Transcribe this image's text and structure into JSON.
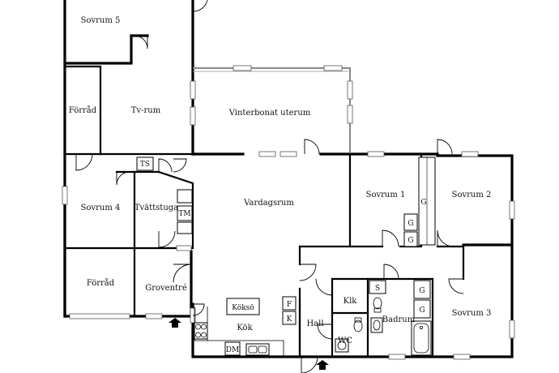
{
  "rooms": {
    "sovrum5": "Sovrum 5",
    "forrad_top": "Förråd",
    "tv_rum": "Tv-rum",
    "vinterbonat": "Vinterbonat uterum",
    "sovrum4": "Sovrum 4",
    "tvattstuga": "Tvättstuga",
    "forrad_bottom": "Förråd",
    "groventre": "Groventré",
    "vardagsrum": "Vardagsrum",
    "sovrum1": "Sovrum 1",
    "sovrum2": "Sovrum 2",
    "kok": "Kök",
    "koksö": "Köksö",
    "hall": "Hall",
    "klk": "Klk",
    "wc": "WC",
    "badrum": "Badrum",
    "sovrum3": "Sovrum 3"
  },
  "fixtures": {
    "ts": "TS",
    "tm": "TM",
    "dm": "DM",
    "f": "F",
    "k": "K",
    "s": "S",
    "g": "G"
  },
  "colors": {
    "wall": "#000000",
    "background": "#ffffff"
  },
  "icons": [
    "entrance-arrow-icon",
    "door-swing-icon",
    "window-icon",
    "sink-icon",
    "stove-icon",
    "toilet-icon",
    "bathtub-icon"
  ]
}
